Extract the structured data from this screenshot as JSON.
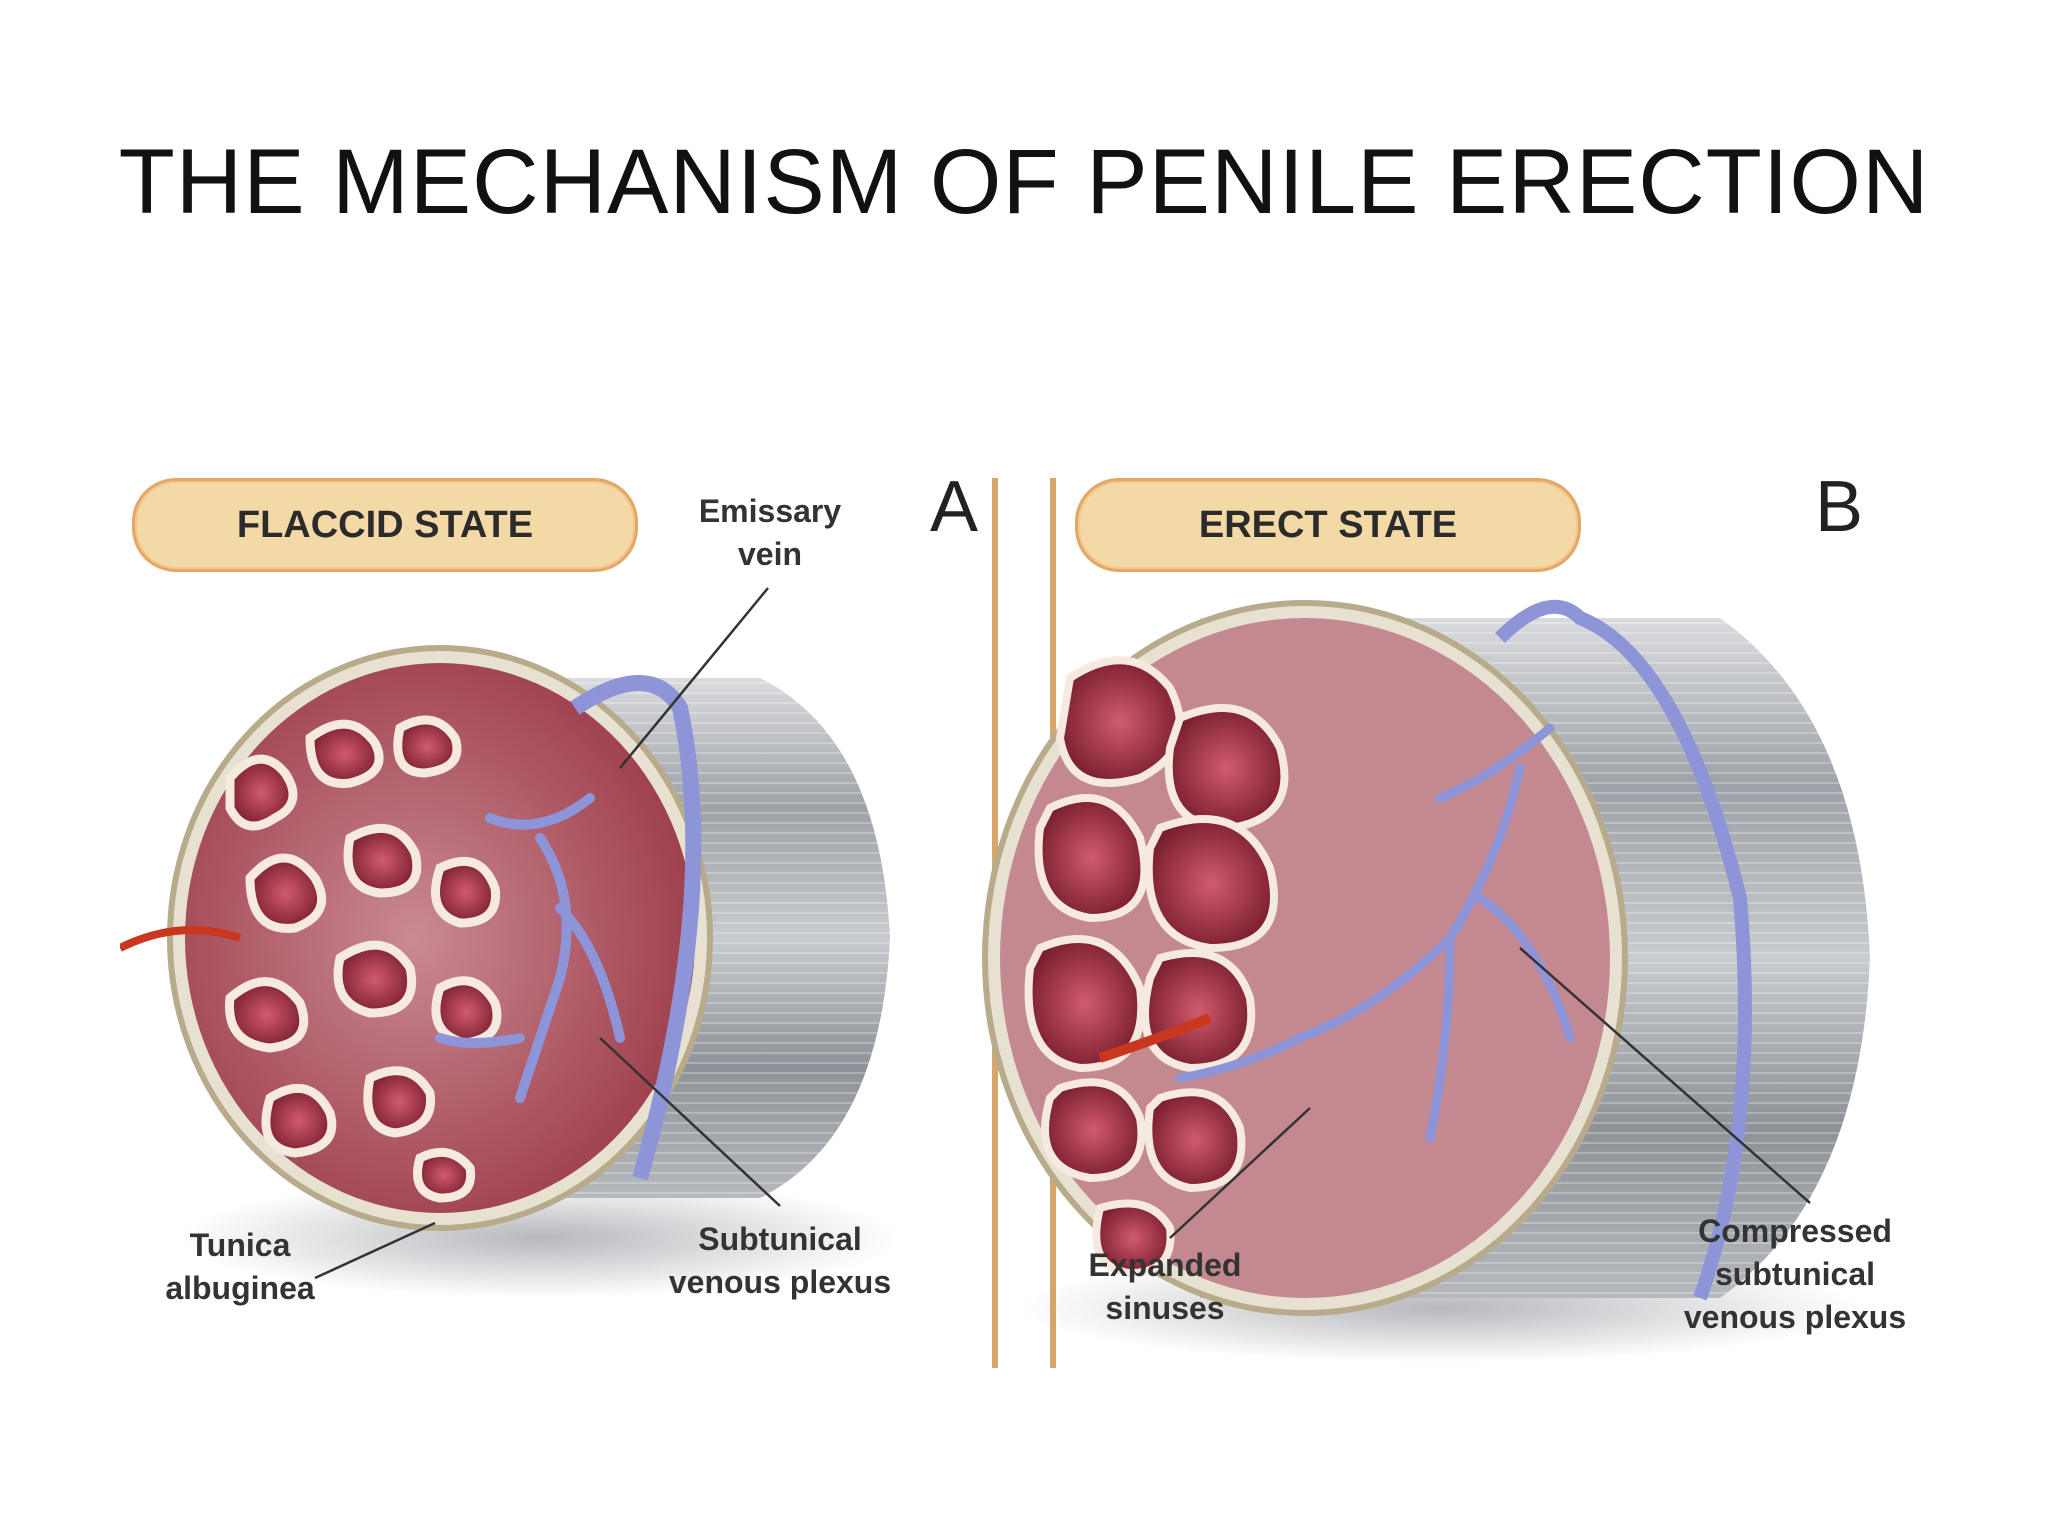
{
  "title": "THE MECHANISM OF PENILE ERECTION",
  "panels": [
    {
      "letter": "A",
      "state": "FLACCID STATE",
      "labels": {
        "emissary_vein": "Emissary\nvein",
        "tunica_albuginea": "Tunica\nalbuginea",
        "subtunical_plexus": "Subtunical\nvenous plexus"
      }
    },
    {
      "letter": "B",
      "state": "ERECT STATE",
      "labels": {
        "expanded_sinuses": "Expanded\nsinuses",
        "compressed_plexus": "Compressed\nsubtunical\nvenous plexus"
      }
    }
  ],
  "colors": {
    "tissue": "#a6404d",
    "tissue_dark": "#7a2233",
    "sinus_wall": "#f6e9df",
    "vein": "#8d95d8",
    "shaft_gray": "#a9adb2",
    "tunica": "#d8ccb0",
    "divider": "#d9a66a"
  }
}
